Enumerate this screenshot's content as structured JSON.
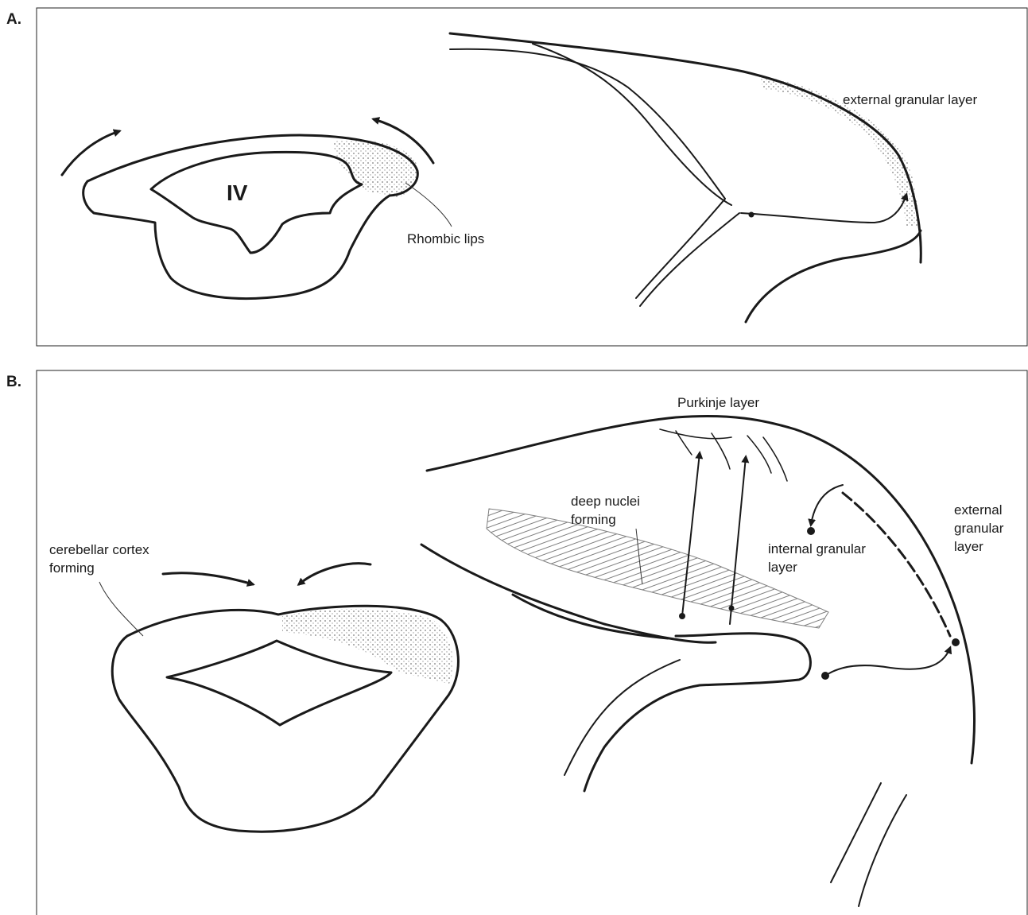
{
  "panels": {
    "a": {
      "label": "A.",
      "ventricle_label": "IV",
      "labels": {
        "rhombic_lips": "Rhombic lips",
        "external_granular": "external granular layer"
      }
    },
    "b": {
      "label": "B.",
      "labels": {
        "cerebellar_cortex_line1": "cerebellar cortex",
        "cerebellar_cortex_line2": "forming",
        "purkinje": "Purkinje layer",
        "deep_nuclei_line1": "deep nuclei",
        "deep_nuclei_line2": "forming",
        "internal_granular_line1": "internal granular",
        "internal_granular_line2": "layer",
        "external_granular_line1": "external",
        "external_granular_line2": "granular",
        "external_granular_line3": "layer"
      }
    }
  },
  "colors": {
    "ink": "#1a1a1a",
    "shading": "#8a8a8a",
    "frame": "#222222"
  }
}
